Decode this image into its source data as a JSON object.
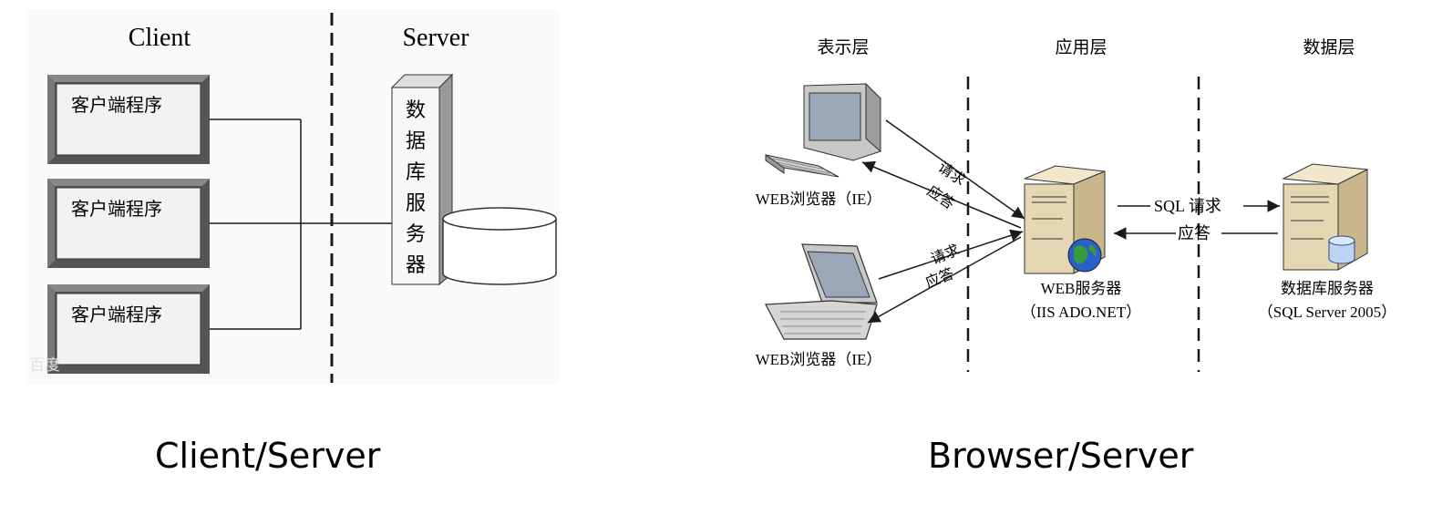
{
  "cs": {
    "client_heading": "Client",
    "server_heading": "Server",
    "client_program_label": "客户端程序",
    "db_server_chars": [
      "数",
      "据",
      "库",
      "服",
      "务",
      "器"
    ],
    "watermark": "百度",
    "caption": "Client/Server"
  },
  "bs": {
    "tier_presentation": "表示层",
    "tier_application": "应用层",
    "tier_data": "数据层",
    "browser_label": "WEB浏览器（IE）",
    "request": "请求",
    "response": "应答",
    "sql_request": "SQL 请求",
    "web_server_label": "WEB服务器",
    "web_server_sub": "（IIS ADO.NET）",
    "db_server_label": "数据库服务器",
    "db_server_sub": "（SQL Server 2005）",
    "caption": "Browser/Server"
  },
  "colors": {
    "line": "#1a1a1a",
    "box_fill": "#f2f2f2",
    "bevel_dark": "#555555",
    "bevel_light": "#bdbdbd",
    "server_body": "#e6d7b4",
    "server_side": "#c9b68a",
    "monitor_screen": "#9aa7b6",
    "globe_blue": "#2a60c9",
    "globe_green": "#3a9b3a"
  }
}
